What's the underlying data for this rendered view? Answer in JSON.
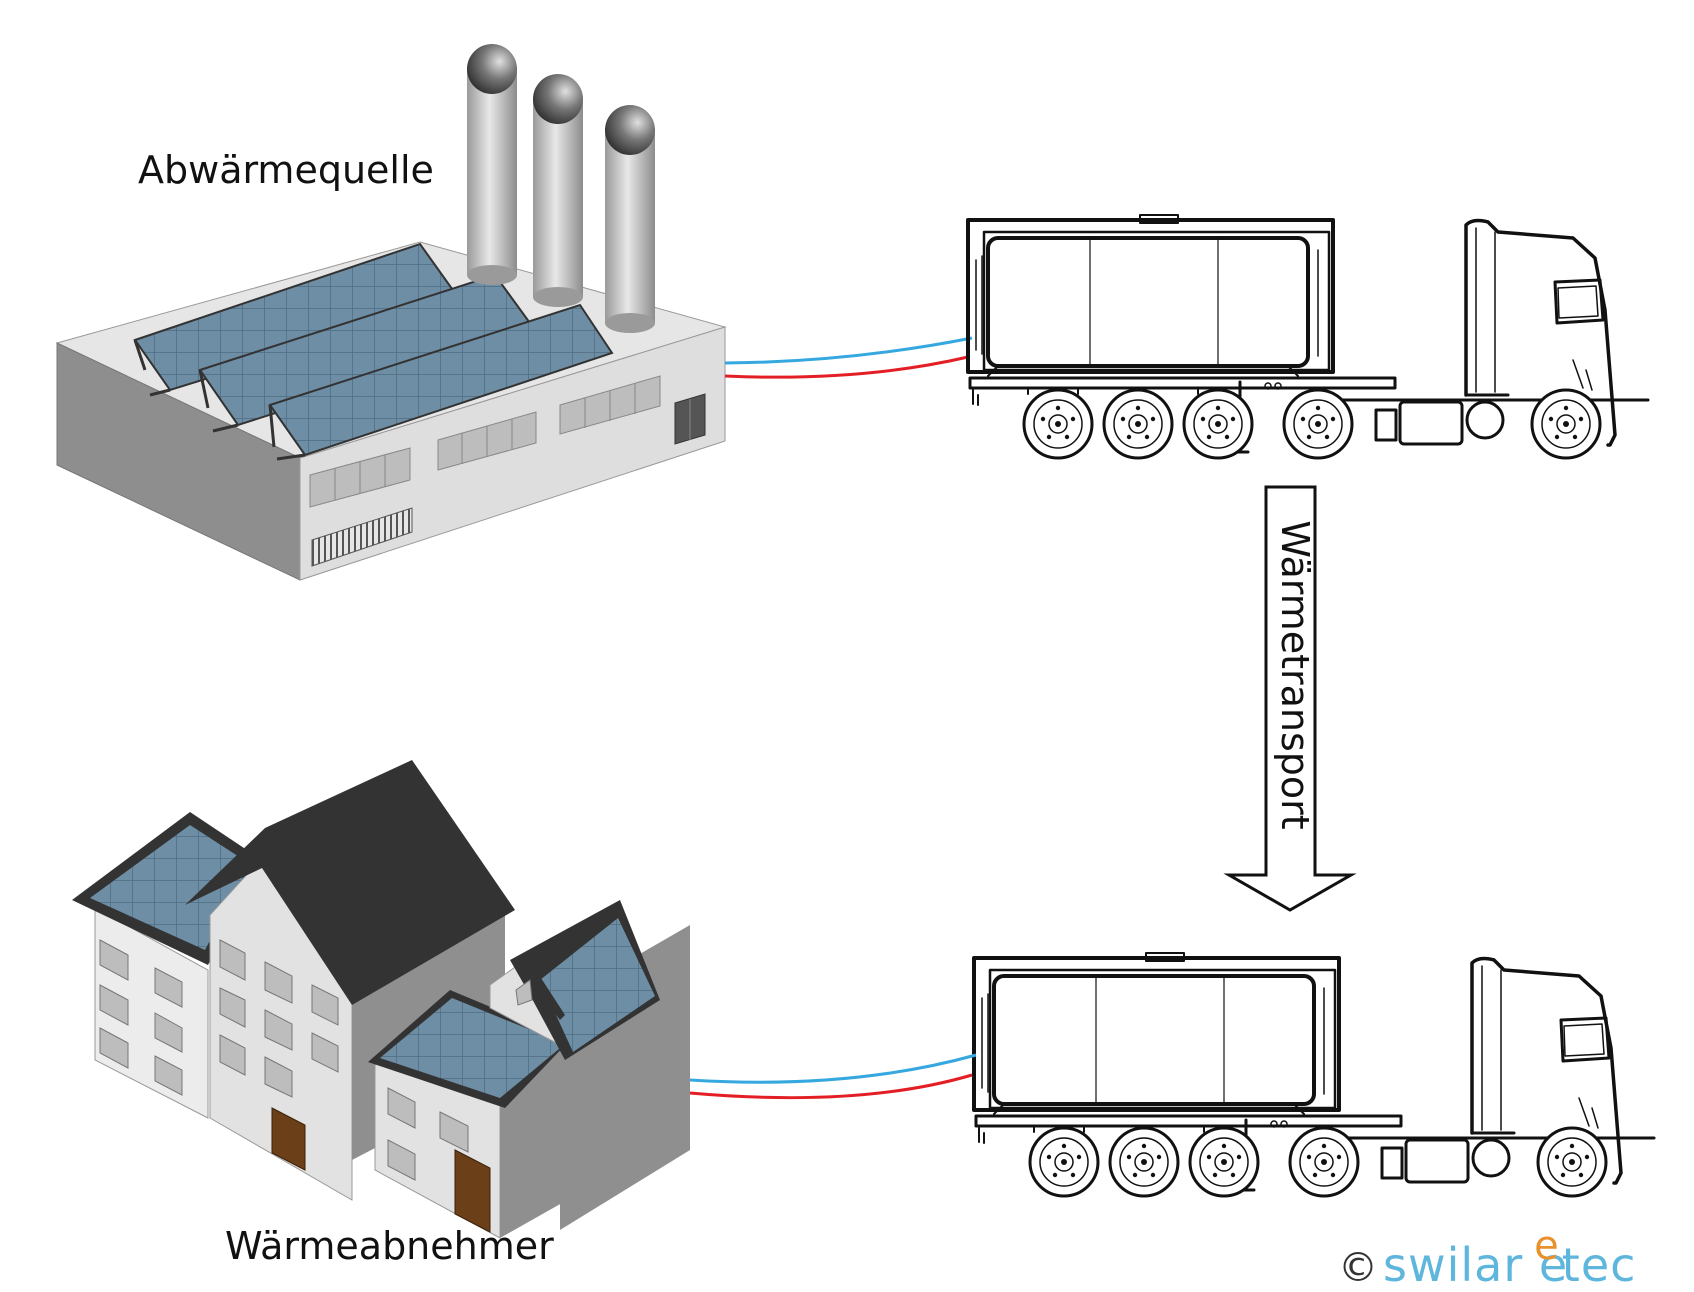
{
  "labels": {
    "source": "Abwärmequelle",
    "consumer": "Wärmeabnehmer",
    "transport": "Wärmetransport"
  },
  "copyright": {
    "symbol": "©",
    "brand_part1": "swilar e",
    "brand_accent": "e",
    "brand_part2": "tec"
  },
  "colors": {
    "pipe_cold": "#35a8e0",
    "pipe_hot": "#e31e24",
    "solar_panel": "#6d8ea5",
    "roof_dark": "#333333",
    "door": "#6b3f17",
    "brand": "#5fb6dc",
    "brand_accent": "#e8912d"
  }
}
